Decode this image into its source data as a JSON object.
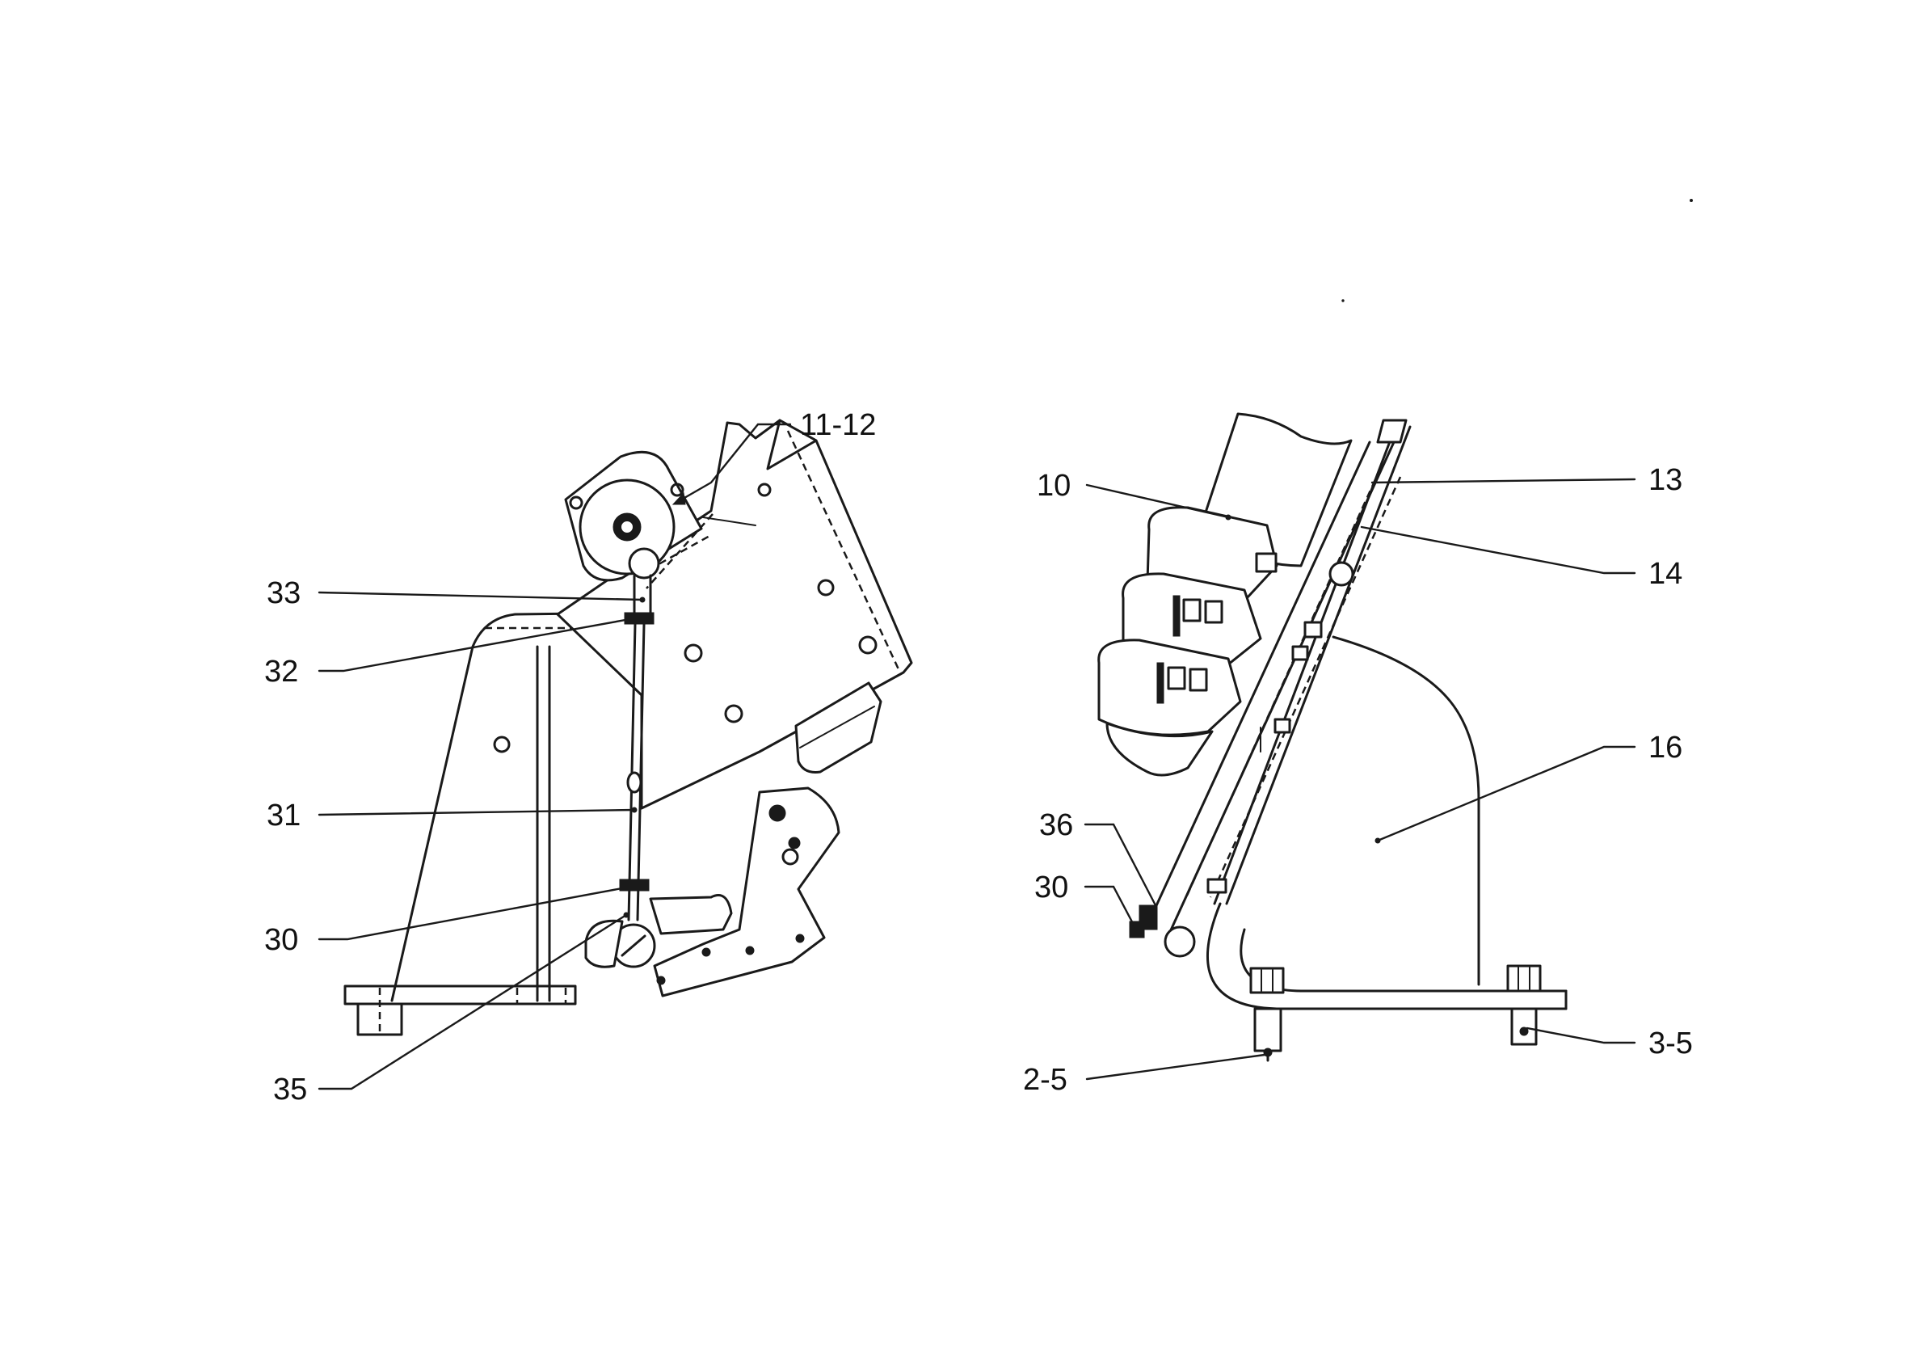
{
  "callouts": {
    "left": {
      "c11_12": "11-12",
      "c33": "33",
      "c32": "32",
      "c31": "31",
      "c30": "30",
      "c35": "35"
    },
    "right": {
      "c10": "10",
      "c13": "13",
      "c14": "14",
      "c16": "16",
      "c36": "36",
      "c30": "30",
      "c2_5": "2-5",
      "c3_5": "3-5"
    }
  },
  "colors": {
    "line": "#1a1a1a",
    "background": "#ffffff"
  }
}
